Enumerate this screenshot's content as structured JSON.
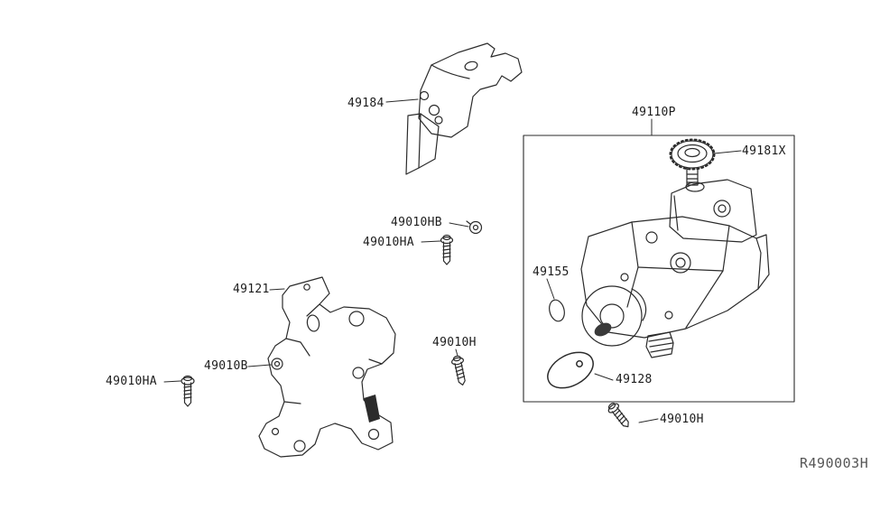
{
  "parts": {
    "cover": "49184",
    "pump_assembly": "49110P",
    "reservoir_cap": "49181X",
    "clip_upper": "49010HB",
    "bolt_upper": "49010HA",
    "bracket": "49121",
    "seal": "49155",
    "bolt_mid": "49010H",
    "nut": "49010B",
    "bolt_left": "49010HA",
    "disc": "49128",
    "bolt_lower": "49010H"
  },
  "ref_code": "R490003H",
  "colors": {
    "line": "#2b2b2b",
    "label_text": "#1c1c1c",
    "ref_text": "#565656",
    "background": "#ffffff"
  }
}
